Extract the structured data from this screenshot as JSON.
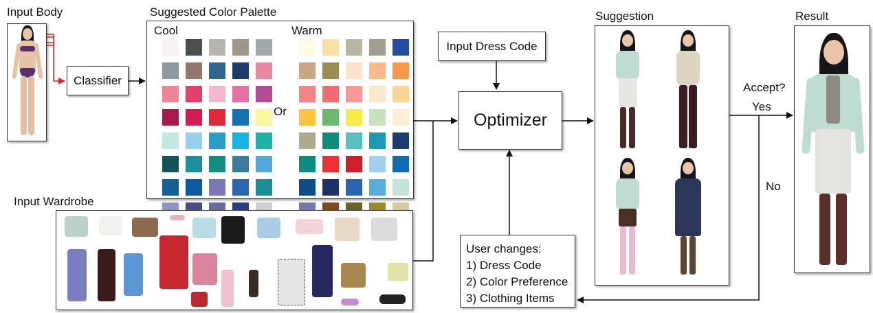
{
  "labels": {
    "input_body": "Input Body",
    "suggested_palette": "Suggested Color Palette",
    "input_wardrobe": "Input Wardrobe",
    "suggestion": "Suggestion",
    "result": "Result",
    "accept": "Accept?",
    "yes": "Yes",
    "no": "No",
    "or": "Or"
  },
  "boxes": {
    "classifier": "Classifier",
    "input_dress_code": "Input Dress Code",
    "optimizer": "Optimizer"
  },
  "user_changes": {
    "title": "User changes:",
    "items": [
      "1) Dress Code",
      "2) Color Preference",
      "3) Clothing Items"
    ]
  },
  "palette": {
    "cool": {
      "title": "Cool",
      "colors": [
        "#fbf3f3",
        "#4b4f51",
        "#b6b5ae",
        "#9f968c",
        "#a0a9ac",
        "#8e98a1",
        "#94776c",
        "#34658e",
        "#1e3a6c",
        "#ea8aa4",
        "#ec8596",
        "#e23f71",
        "#f7b7d0",
        "#e671a3",
        "#b34d94",
        "#a8194c",
        "#cf1c54",
        "#df2a3a",
        "#1572b3",
        "#f7f79e",
        "#c3e7e3",
        "#98cfef",
        "#2a9ec8",
        "#19b3e2",
        "#1eb2a6",
        "#15535c",
        "#1c8e9c",
        "#138d80",
        "#3a7c9a",
        "#54a8dc",
        "#145f94",
        "#0e57a1",
        "#7a79b4",
        "#2d66b0",
        "#1b8e94",
        "#8f93c6",
        "#474b8b",
        "#6a6ba3",
        "#283f86",
        "#cfcfcf"
      ]
    },
    "warm": {
      "title": "Warm",
      "colors": [
        "#fdfbe7",
        "#fbe0a6",
        "#b9b6a3",
        "#a19c90",
        "#214ea0",
        "#c8a784",
        "#9b8c55",
        "#fde1cc",
        "#f9b98a",
        "#f8974c",
        "#f28487",
        "#ef6c73",
        "#f89796",
        "#fbe8cc",
        "#fbd596",
        "#fbc63f",
        "#6cb86e",
        "#f5ec4c",
        "#c8e1bf",
        "#fdf0d6",
        "#aeab8e",
        "#118c7c",
        "#56c2c0",
        "#1a9ab6",
        "#1c3b6f",
        "#0b8c7b",
        "#ec3136",
        "#ca2026",
        "#a1d1ef",
        "#106bb1",
        "#0d4e87",
        "#1c3166",
        "#2b64af",
        "#55aede",
        "#c5e5da",
        "#7676ae",
        "#864617",
        "#6c6423",
        "#9a8b2d",
        "#d9cba1"
      ]
    }
  },
  "icons": {
    "red_connector": "#e01e25",
    "arrow": "#111111"
  }
}
